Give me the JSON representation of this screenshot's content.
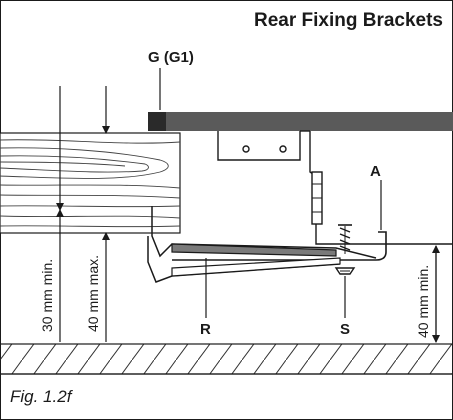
{
  "title": "Rear Fixing Brackets",
  "labels": {
    "g": "G (G1)",
    "a": "A",
    "r": "R",
    "s": "S"
  },
  "dimensions": {
    "left_min": "30 mm min.",
    "left_max": "40 mm max.",
    "right_min": "40 mm min."
  },
  "caption": "Fig. 1.2f"
}
